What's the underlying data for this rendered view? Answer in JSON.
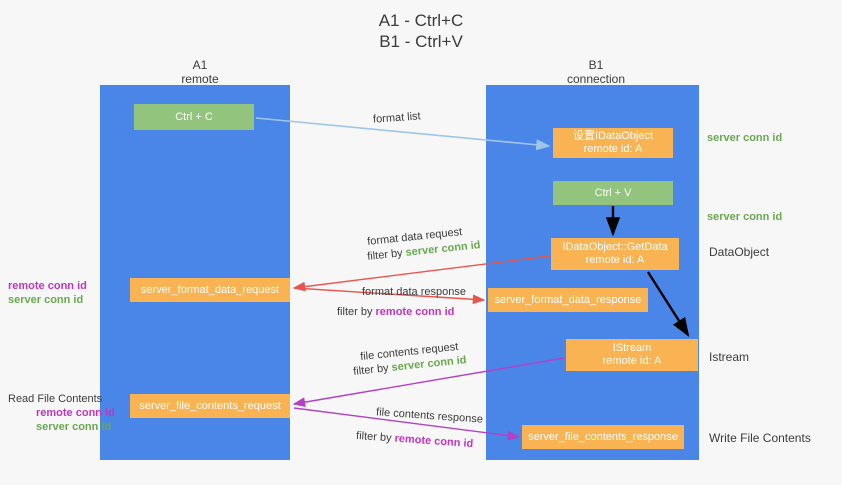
{
  "title": {
    "line1": "A1 - Ctrl+C",
    "line2": "B1 - Ctrl+V"
  },
  "colors": {
    "lane": "#4a86e8",
    "green_node": "#93c47d",
    "orange_node": "#f9b352",
    "server_conn_id": "#6aa84f",
    "remote_conn_id": "#c035c0",
    "red_arrow": "#e8554e",
    "magenta_arrow": "#b341c6",
    "blue_arrow": "#9fc5e8",
    "black_arrow": "#000000",
    "background": "#f7f7f7"
  },
  "columns": [
    {
      "name": "A1",
      "sub": "remote"
    },
    {
      "name": "B1",
      "sub": "connection"
    }
  ],
  "nodes": {
    "ctrl_c": {
      "label": "Ctrl + C",
      "type": "green"
    },
    "set_idataobject": {
      "line1": "设置IDataObject",
      "line2": "remote id: A",
      "type": "orange"
    },
    "ctrl_v": {
      "label": "Ctrl + V",
      "type": "green"
    },
    "getdata": {
      "line1": "IDataObject::GetData",
      "line2": "remote id: A",
      "type": "orange"
    },
    "istream": {
      "line1": "IStream",
      "line2": "remote id: A",
      "type": "orange"
    },
    "server_format_data_request": {
      "label": "server_format_data_request",
      "type": "orange"
    },
    "server_format_data_response": {
      "label": "server_format_data_response",
      "type": "orange"
    },
    "server_file_contents_request": {
      "label": "server_file_contents_request",
      "type": "orange"
    },
    "server_file_contents_response": {
      "label": "server_file_contents_response",
      "type": "orange"
    }
  },
  "edge_labels": {
    "format_list": "format list",
    "format_data_request": "format data request",
    "format_data_response": "format data response",
    "file_contents_request": "file contents request",
    "file_contents_response": "file contents response",
    "filter_by": "filter by ",
    "server_conn_id": "server conn id",
    "remote_conn_id": "remote conn id"
  },
  "annotations": {
    "server_conn_id_top": "server conn id",
    "server_conn_id_mid": "server conn id",
    "right_dataobject": "DataObject",
    "right_istream": "Istream",
    "right_write_file_contents": "Write File Contents",
    "left_read_file_contents": "Read File Contents",
    "remote_conn_id": "remote conn id",
    "server_conn_id": "server conn id"
  }
}
